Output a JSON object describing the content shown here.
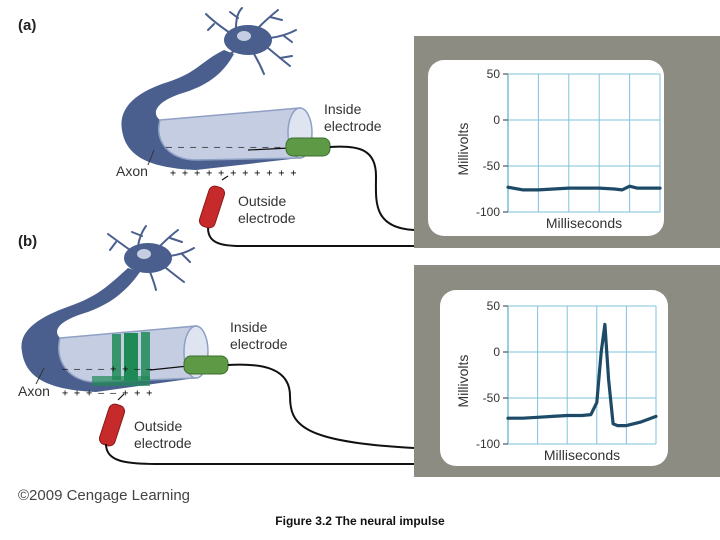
{
  "figure": {
    "caption": "Figure 3.2  The neural impulse",
    "copyright": "©2009 Cengage Learning"
  },
  "panels": [
    {
      "label": "(a)",
      "axon_label": "Axon",
      "inside_electrode": [
        "Inside",
        "electrode"
      ],
      "outside_electrode": [
        "Outside",
        "electrode"
      ]
    },
    {
      "label": "(b)",
      "axon_label": "Axon",
      "inside_electrode": [
        "Inside",
        "electrode"
      ],
      "outside_electrode": [
        "Outside",
        "electrode"
      ]
    }
  ],
  "colors": {
    "frame": "#8c8c82",
    "screen": "#ffffff",
    "grid": "#7fc3dd",
    "trace": "#1d4a66",
    "axon": "#4a5f8e",
    "axon_cut": "#c5cde3",
    "wire": "#111111",
    "inside_probe": "#5e9a45",
    "outside_probe": "#c62a2a",
    "pulse": "#1f8a55"
  },
  "chart_data": [
    {
      "type": "line",
      "panel": "(a)",
      "title": "",
      "xlabel": "Milliseconds",
      "ylabel": "Millivolts",
      "ylim": [
        -100,
        50
      ],
      "yticks": [
        50,
        0,
        -50,
        -100
      ],
      "grid": true,
      "series": [
        {
          "x": [
            0,
            1,
            2,
            3,
            4,
            5,
            6,
            7,
            7.5,
            8,
            8.5,
            9,
            10
          ],
          "y": [
            -73,
            -76,
            -76,
            -75,
            -74,
            -74,
            -74,
            -75,
            -76,
            -72,
            -74,
            -74,
            -74
          ]
        }
      ]
    },
    {
      "type": "line",
      "panel": "(b)",
      "title": "",
      "xlabel": "Milliseconds",
      "ylabel": "Millivolts",
      "ylim": [
        -100,
        50
      ],
      "yticks": [
        50,
        0,
        -50,
        -100
      ],
      "grid": true,
      "series": [
        {
          "x": [
            0,
            1,
            2,
            3,
            4,
            5,
            5.6,
            6.0,
            6.3,
            6.55,
            6.8,
            7.1,
            7.4,
            8,
            9,
            10
          ],
          "y": [
            -72,
            -72,
            -71,
            -70,
            -69,
            -69,
            -68,
            -55,
            0,
            30,
            -30,
            -78,
            -80,
            -80,
            -76,
            -70
          ]
        }
      ]
    }
  ]
}
